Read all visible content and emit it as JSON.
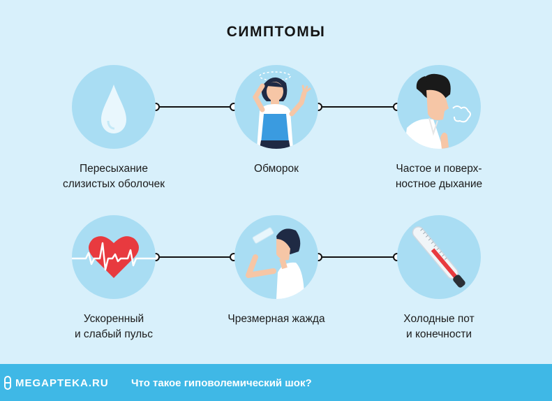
{
  "title": "СИМПТОМЫ",
  "symptoms": [
    {
      "label_line1": "Пересыхание",
      "label_line2": "слизистых оболочек",
      "icon": "water-drop-icon"
    },
    {
      "label_line1": "Обморок",
      "label_line2": "",
      "icon": "fainting-woman-icon"
    },
    {
      "label_line1": "Частое и поверх-",
      "label_line2": "ностное дыхание",
      "icon": "breathing-man-icon"
    },
    {
      "label_line1": "Ускоренный",
      "label_line2": "и слабый пульс",
      "icon": "heart-pulse-icon"
    },
    {
      "label_line1": "Чрезмерная жажда",
      "label_line2": "",
      "icon": "drinking-man-icon"
    },
    {
      "label_line1": "Холодные пот",
      "label_line2": "и конечности",
      "icon": "thermometer-icon"
    }
  ],
  "footer": {
    "logo": "MEGAPTEKA.RU",
    "link": "Что такое гиповолемический шок?"
  },
  "colors": {
    "background": "#d8f0fb",
    "circle": "#a9ddf3",
    "footer": "#3fb8e6",
    "heart": "#e83a3f"
  }
}
